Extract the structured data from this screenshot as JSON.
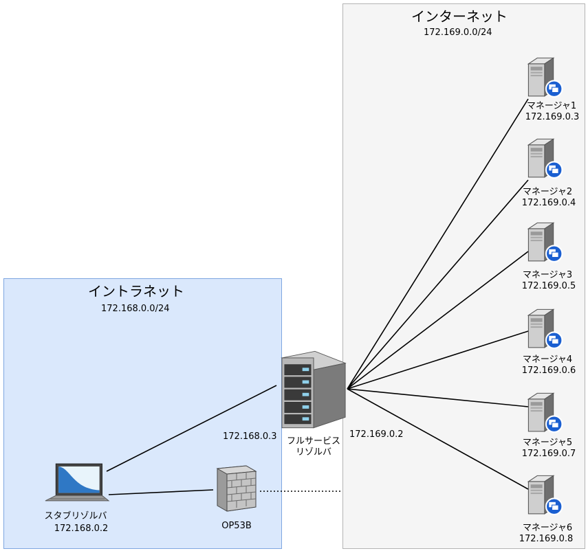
{
  "zones": {
    "internet": {
      "title": "インターネット",
      "subnet": "172.169.0.0/24"
    },
    "intranet": {
      "title": "イントラネット",
      "subnet": "172.168.0.0/24"
    }
  },
  "nodes": {
    "full_resolver": {
      "name_line1": "フルサービス",
      "name_line2": "リゾルバ",
      "ip_intranet": "172.168.0.3",
      "ip_internet": "172.169.0.2"
    },
    "stub_resolver": {
      "name": "スタブリゾルバ",
      "ip": "172.168.0.2"
    },
    "firewall": {
      "name": "OP53B"
    },
    "managers": [
      {
        "name": "マネージャ1",
        "ip": "172.169.0.3"
      },
      {
        "name": "マネージャ2",
        "ip": "172.169.0.4"
      },
      {
        "name": "マネージャ3",
        "ip": "172.169.0.5"
      },
      {
        "name": "マネージャ4",
        "ip": "172.169.0.6"
      },
      {
        "name": "マネージャ5",
        "ip": "172.169.0.7"
      },
      {
        "name": "マネージャ6",
        "ip": "172.169.0.8"
      }
    ]
  },
  "icons": {
    "server": "server-tower-icon",
    "rack": "server-rack-icon",
    "laptop": "laptop-icon",
    "firewall": "firewall-brick-icon",
    "badge": "remote-window-badge-icon"
  },
  "colors": {
    "internet_fill": "#f5f5f5",
    "internet_border": "#b3b3b3",
    "intranet_fill": "#dae8fc",
    "intranet_border": "#7ea6e0",
    "badge_blue": "#1a5fd1"
  }
}
